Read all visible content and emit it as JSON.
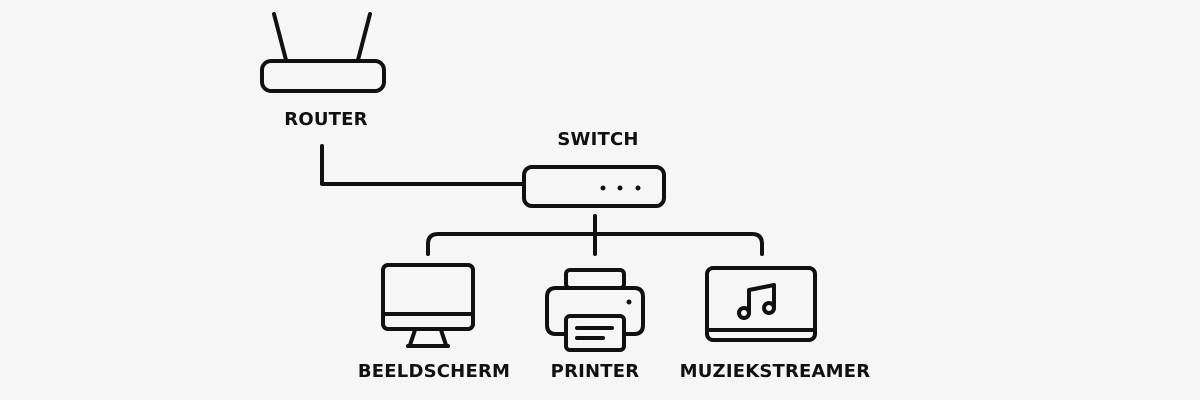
{
  "diagram": {
    "type": "network-topology",
    "stroke_color": "#111111",
    "background": "#f6f6f6",
    "nodes": {
      "router": {
        "label": "ROUTER",
        "icon": "router-icon"
      },
      "switch": {
        "label": "SWITCH",
        "icon": "switch-icon"
      },
      "monitor": {
        "label": "BEELDSCHERM",
        "icon": "monitor-icon"
      },
      "printer": {
        "label": "PRINTER",
        "icon": "printer-icon"
      },
      "streamer": {
        "label": "MUZIEKSTREAMER",
        "icon": "music-streamer-icon"
      }
    },
    "edges": [
      {
        "from": "router",
        "to": "switch"
      },
      {
        "from": "switch",
        "to": "monitor"
      },
      {
        "from": "switch",
        "to": "printer"
      },
      {
        "from": "switch",
        "to": "streamer"
      }
    ]
  }
}
